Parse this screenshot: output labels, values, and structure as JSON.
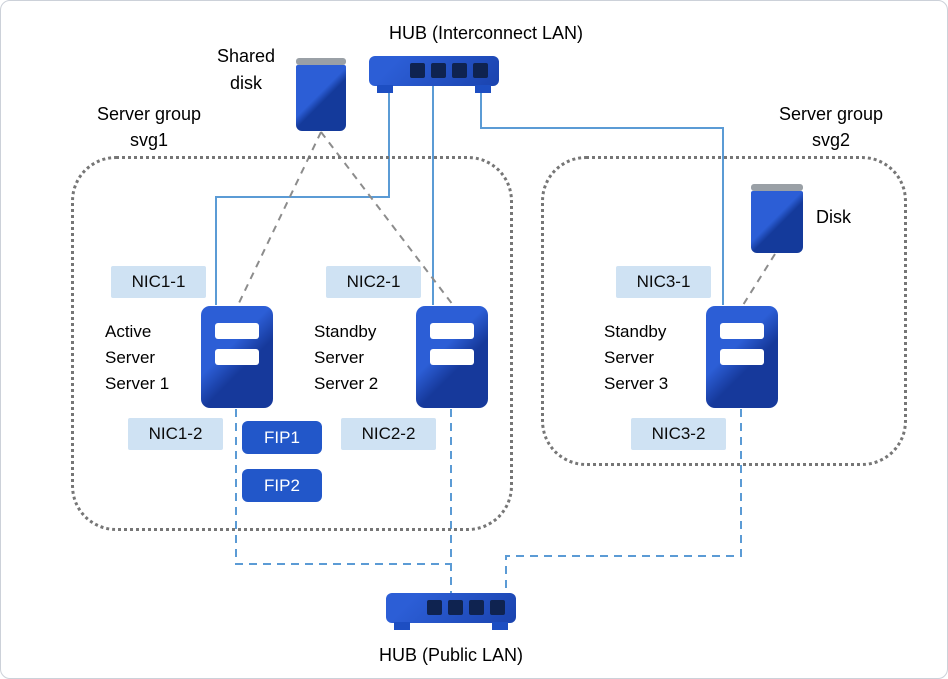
{
  "diagram": {
    "hub_interconnect": {
      "label": "HUB (Interconnect LAN)"
    },
    "hub_public": {
      "label": "HUB (Public LAN)"
    },
    "shared_disk": {
      "label": "Shared\ndisk"
    },
    "disk": {
      "label": "Disk"
    },
    "groups": [
      {
        "id": "svg1",
        "label": "Server group\nsvg1"
      },
      {
        "id": "svg2",
        "label": "Server group\nsvg2"
      }
    ],
    "servers": [
      {
        "label": "Active\nServer\nServer 1",
        "nic_top": "NIC1-1",
        "nic_bottom": "NIC1-2"
      },
      {
        "label": "Standby\nServer\nServer 2",
        "nic_top": "NIC2-1",
        "nic_bottom": "NIC2-2"
      },
      {
        "label": "Standby\nServer\nServer 3",
        "nic_top": "NIC3-1",
        "nic_bottom": "NIC3-2"
      }
    ],
    "fips": [
      "FIP1",
      "FIP2"
    ],
    "colors": {
      "device_blue": "#1d4ec2",
      "badge_light_blue": "#cfe2f3",
      "fip_blue": "#2257c9",
      "line_blue": "#5b9bd5",
      "line_gray": "#8c8c8c",
      "group_border_gray": "#767676"
    }
  }
}
